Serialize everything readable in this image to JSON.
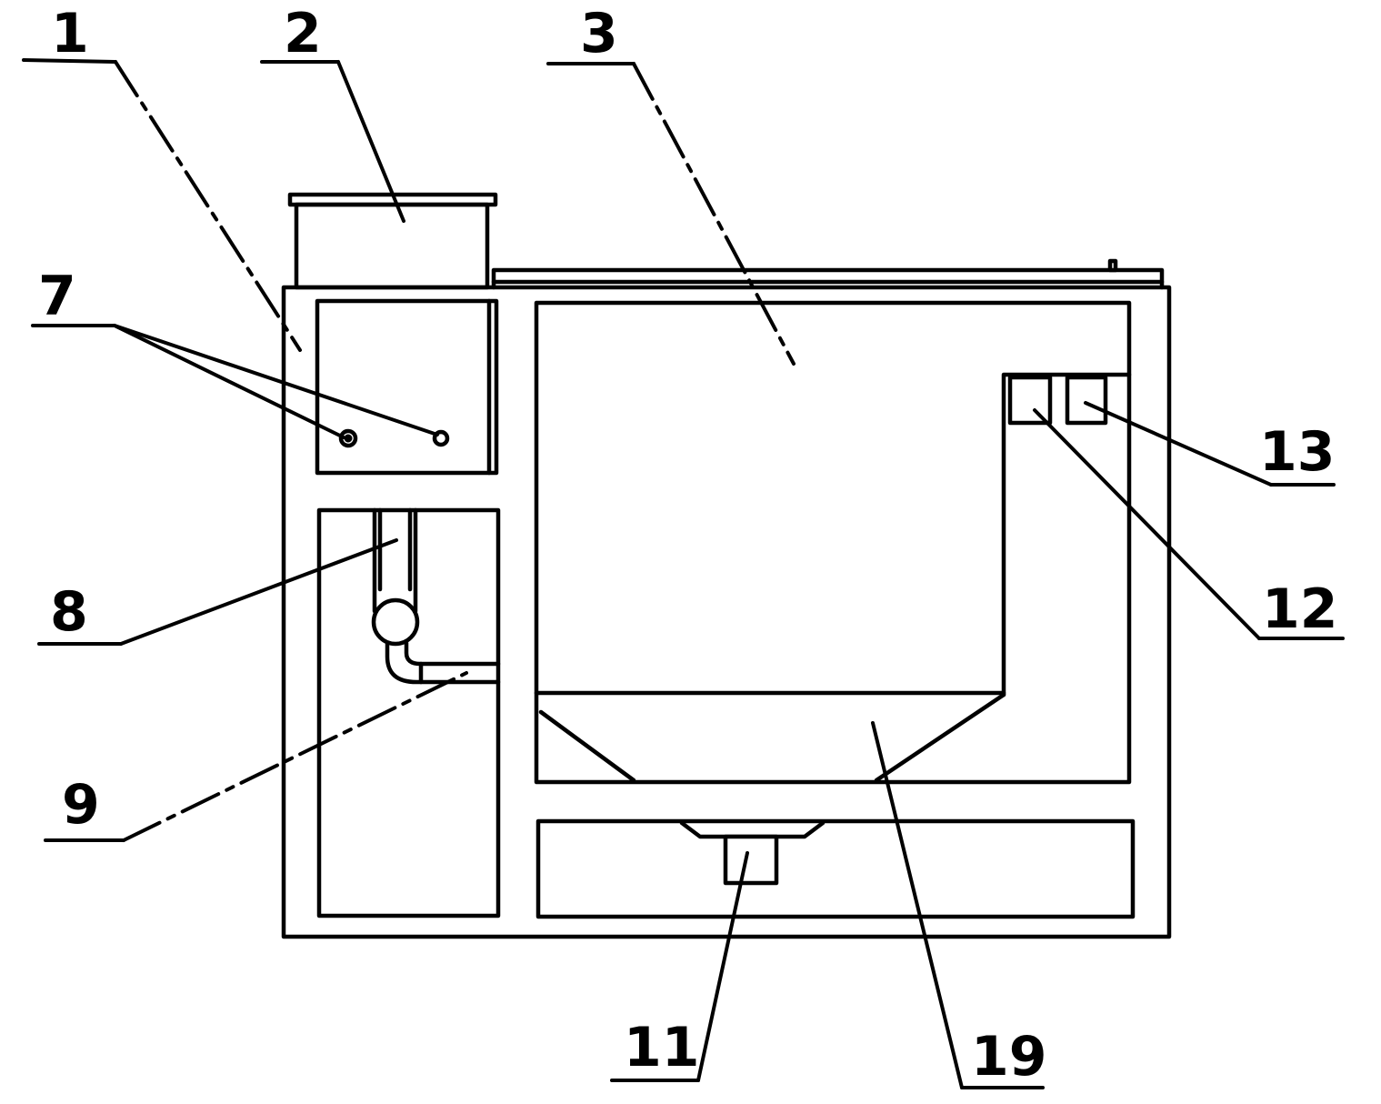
{
  "labels": {
    "l1": "1",
    "l2": "2",
    "l3": "3",
    "l7": "7",
    "l8": "8",
    "l9": "9",
    "l11": "11",
    "l12": "12",
    "l13": "13",
    "l19": "19"
  }
}
